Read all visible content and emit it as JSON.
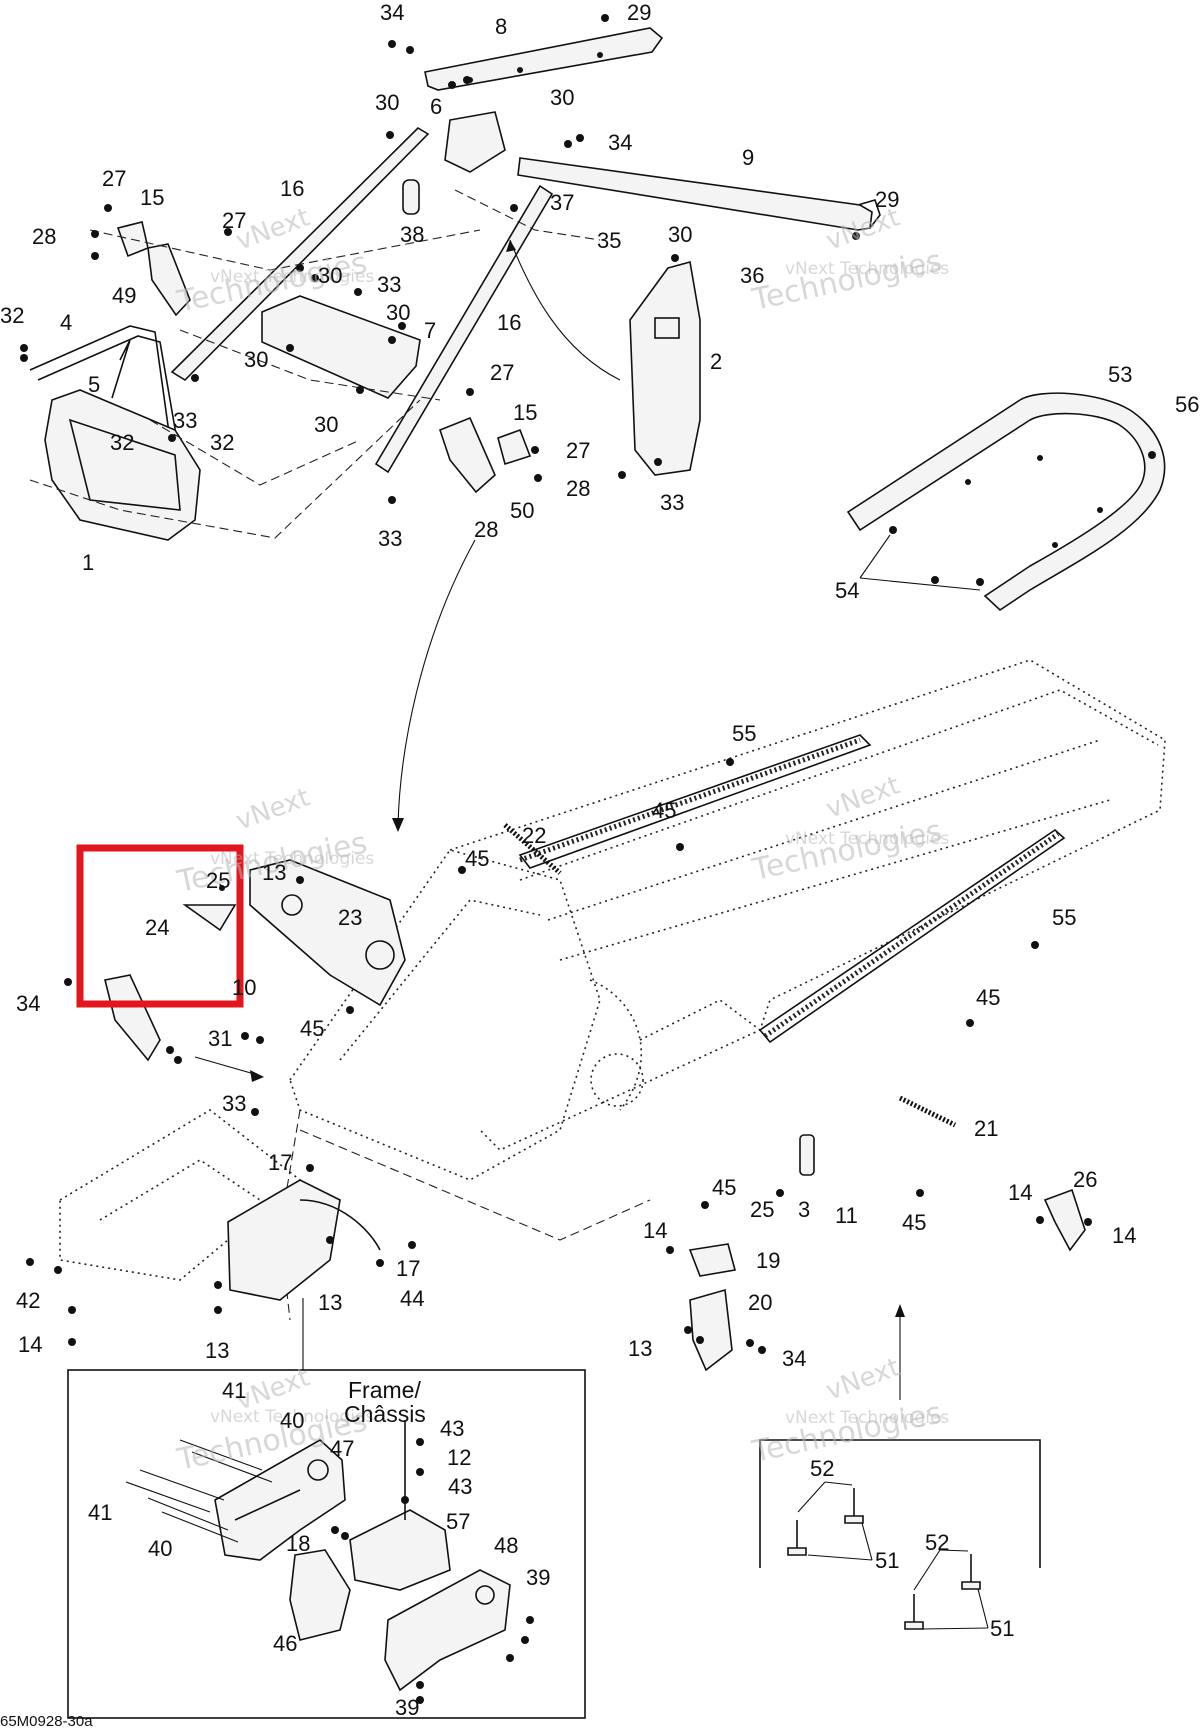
{
  "diagram": {
    "inset_title_line1": "Frame/",
    "inset_title_line2": "Châssis",
    "reference_code": "65M0928-30a",
    "watermark": {
      "line1": "vNext",
      "line2": "vNext Technologies",
      "line3": "Technologies"
    },
    "highlight_color": "#e3151d",
    "callouts": [
      {
        "id": "c-34a",
        "label": "34"
      },
      {
        "id": "c-8",
        "label": "8"
      },
      {
        "id": "c-29a",
        "label": "29"
      },
      {
        "id": "c-30a",
        "label": "30"
      },
      {
        "id": "c-6",
        "label": "6"
      },
      {
        "id": "c-30b",
        "label": "30"
      },
      {
        "id": "c-34b",
        "label": "34"
      },
      {
        "id": "c-9",
        "label": "9"
      },
      {
        "id": "c-27a",
        "label": "27"
      },
      {
        "id": "c-15a",
        "label": "15"
      },
      {
        "id": "c-16a",
        "label": "16"
      },
      {
        "id": "c-37",
        "label": "37"
      },
      {
        "id": "c-29b",
        "label": "29"
      },
      {
        "id": "c-28a",
        "label": "28"
      },
      {
        "id": "c-27b",
        "label": "27"
      },
      {
        "id": "c-38",
        "label": "38"
      },
      {
        "id": "c-35",
        "label": "35"
      },
      {
        "id": "c-30c",
        "label": "30"
      },
      {
        "id": "c-49",
        "label": "49"
      },
      {
        "id": "c-30d",
        "label": "30"
      },
      {
        "id": "c-33a",
        "label": "33"
      },
      {
        "id": "c-36",
        "label": "36"
      },
      {
        "id": "c-32a",
        "label": "32"
      },
      {
        "id": "c-4",
        "label": "4"
      },
      {
        "id": "c-30e",
        "label": "30"
      },
      {
        "id": "c-16b",
        "label": "16"
      },
      {
        "id": "c-7",
        "label": "7"
      },
      {
        "id": "c-30f",
        "label": "30"
      },
      {
        "id": "c-2",
        "label": "2"
      },
      {
        "id": "c-5",
        "label": "5"
      },
      {
        "id": "c-27c",
        "label": "27"
      },
      {
        "id": "c-53",
        "label": "53"
      },
      {
        "id": "c-56",
        "label": "56"
      },
      {
        "id": "c-33b",
        "label": "33"
      },
      {
        "id": "c-30g",
        "label": "30"
      },
      {
        "id": "c-15b",
        "label": "15"
      },
      {
        "id": "c-32b",
        "label": "32"
      },
      {
        "id": "c-32c",
        "label": "32"
      },
      {
        "id": "c-27d",
        "label": "27"
      },
      {
        "id": "c-28b",
        "label": "28"
      },
      {
        "id": "c-33c",
        "label": "33"
      },
      {
        "id": "c-50",
        "label": "50"
      },
      {
        "id": "c-1",
        "label": "1"
      },
      {
        "id": "c-28c",
        "label": "28"
      },
      {
        "id": "c-33d",
        "label": "33"
      },
      {
        "id": "c-54",
        "label": "54"
      },
      {
        "id": "c-55a",
        "label": "55"
      },
      {
        "id": "c-45a",
        "label": "45"
      },
      {
        "id": "c-22",
        "label": "22"
      },
      {
        "id": "c-45b",
        "label": "45"
      },
      {
        "id": "c-25a",
        "label": "25"
      },
      {
        "id": "c-13a",
        "label": "13"
      },
      {
        "id": "c-23",
        "label": "23"
      },
      {
        "id": "c-24",
        "label": "24"
      },
      {
        "id": "c-55b",
        "label": "55"
      },
      {
        "id": "c-10",
        "label": "10"
      },
      {
        "id": "c-34c",
        "label": "34"
      },
      {
        "id": "c-45c",
        "label": "45"
      },
      {
        "id": "c-45d",
        "label": "45"
      },
      {
        "id": "c-31",
        "label": "31"
      },
      {
        "id": "c-33e",
        "label": "33"
      },
      {
        "id": "c-21",
        "label": "21"
      },
      {
        "id": "c-17a",
        "label": "17"
      },
      {
        "id": "c-26",
        "label": "26"
      },
      {
        "id": "c-45e",
        "label": "45"
      },
      {
        "id": "c-14a",
        "label": "14"
      },
      {
        "id": "c-3",
        "label": "3"
      },
      {
        "id": "c-25b",
        "label": "25"
      },
      {
        "id": "c-11",
        "label": "11"
      },
      {
        "id": "c-45f",
        "label": "45"
      },
      {
        "id": "c-14b",
        "label": "14"
      },
      {
        "id": "c-14c",
        "label": "14"
      },
      {
        "id": "c-19",
        "label": "19"
      },
      {
        "id": "c-17b",
        "label": "17"
      },
      {
        "id": "c-42",
        "label": "42"
      },
      {
        "id": "c-20",
        "label": "20"
      },
      {
        "id": "c-13b",
        "label": "13"
      },
      {
        "id": "c-44",
        "label": "44"
      },
      {
        "id": "c-14d",
        "label": "14"
      },
      {
        "id": "c-13c",
        "label": "13"
      },
      {
        "id": "c-13d",
        "label": "13"
      },
      {
        "id": "c-34d",
        "label": "34"
      },
      {
        "id": "c-41a",
        "label": "41"
      },
      {
        "id": "c-40a",
        "label": "40"
      },
      {
        "id": "c-43a",
        "label": "43"
      },
      {
        "id": "c-47",
        "label": "47"
      },
      {
        "id": "c-12",
        "label": "12"
      },
      {
        "id": "c-43b",
        "label": "43"
      },
      {
        "id": "c-52a",
        "label": "52"
      },
      {
        "id": "c-41b",
        "label": "41"
      },
      {
        "id": "c-57",
        "label": "57"
      },
      {
        "id": "c-18",
        "label": "18"
      },
      {
        "id": "c-40b",
        "label": "40"
      },
      {
        "id": "c-48",
        "label": "48"
      },
      {
        "id": "c-39a",
        "label": "39"
      },
      {
        "id": "c-51a",
        "label": "51"
      },
      {
        "id": "c-52b",
        "label": "52"
      },
      {
        "id": "c-46",
        "label": "46"
      },
      {
        "id": "c-51b",
        "label": "51"
      },
      {
        "id": "c-39b",
        "label": "39"
      }
    ]
  }
}
